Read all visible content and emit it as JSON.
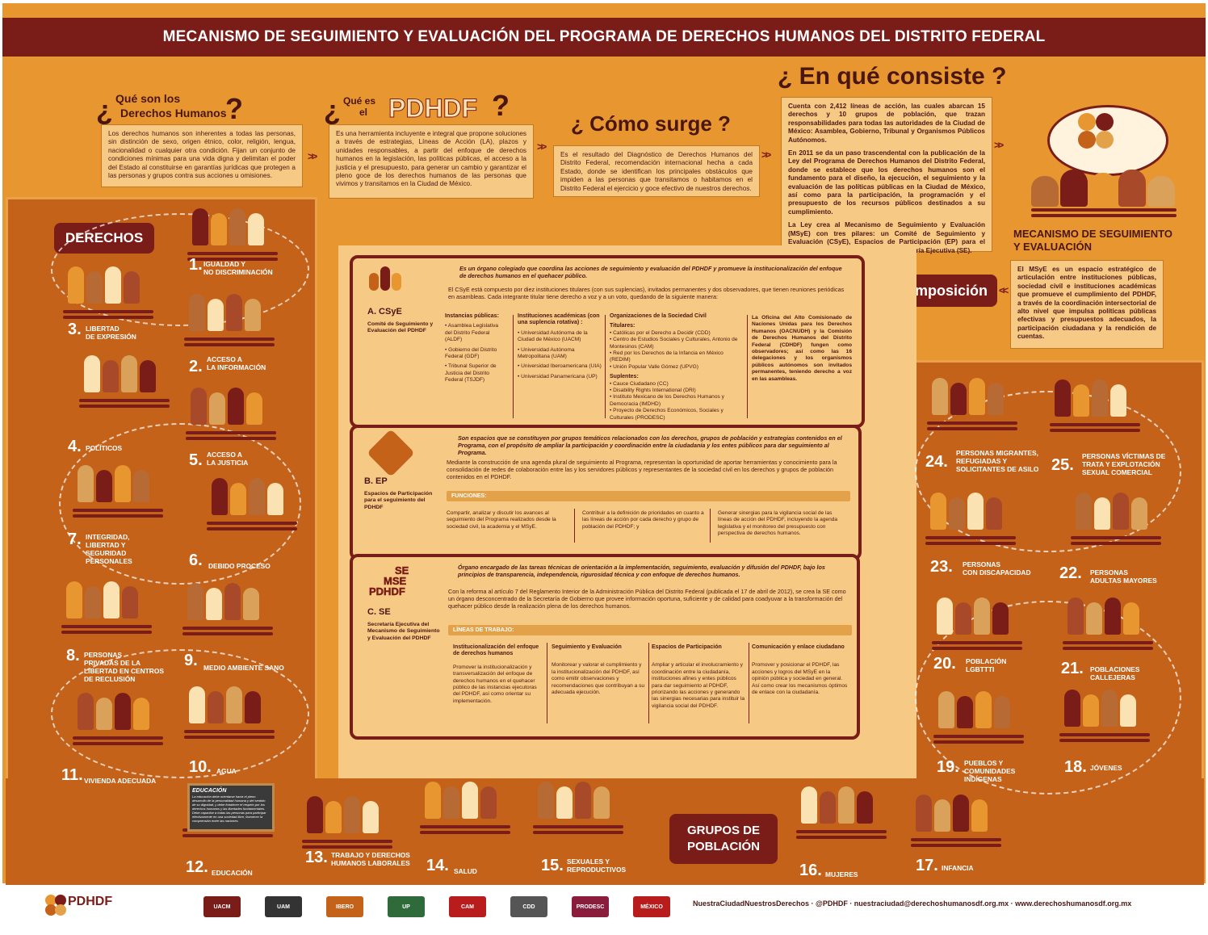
{
  "header": {
    "title": "MECANISMO DE SEGUIMIENTO Y EVALUACIÓN DEL PROGRAMA DE DERECHOS HUMANOS DEL DISTRITO FEDERAL"
  },
  "q1": {
    "line1": "Qué son los",
    "line2": "Derechos Humanos",
    "text": "Los derechos humanos son inherentes a todas las personas, sin distinción de sexo, origen étnico, color, religión, lengua, nacionalidad o cualquier otra condición. Fijan un conjunto de condiciones mínimas para una vida digna y delimitan el poder del Estado al constituirse en garantías jurídicas que protegen a las personas y grupos contra sus acciones u omisiones."
  },
  "q2": {
    "prefix1": "Qué es",
    "prefix2": "el",
    "acronym": "PDHDF",
    "text": "Es una herramienta incluyente e integral que propone soluciones a través de estrategias, Líneas de Acción (LA), plazos y unidades responsables, a partir del enfoque de derechos humanos en la legislación, las políticas públicas, el acceso a la justicia y el presupuesto, para generar un cambio y garantizar el pleno goce de los derechos humanos de las personas que vivimos y transitamos en la Ciudad de México."
  },
  "q3": {
    "title": "Cómo surge",
    "text": "Es el resultado del Diagnóstico de Derechos Humanos del Distrito Federal, recomendación internacional hecha a cada Estado, donde se identifican los principales obstáculos que impiden a las personas que transitamos o habitamos en el Distrito Federal el ejercicio y goce efectivo de nuestros derechos."
  },
  "q4": {
    "title": "En qué consiste",
    "p1": "Cuenta con 2,412 líneas de acción, las cuales abarcan 15 derechos y 10 grupos de población, que trazan responsabilidades para todas las autoridades de la Ciudad de México: Asamblea, Gobierno, Tribunal y Organismos Públicos Autónomos.",
    "p2": "En 2011 se da un paso trascendental con la publicación de la Ley del Programa de Derechos Humanos del Distrito Federal, donde se establece que los derechos humanos son el fundamento para el diseño, la ejecución, el seguimiento y la evaluación de las políticas públicas en la Ciudad de México, así como para la participación, la programación y el presupuesto de los recursos públicos destinados a su cumplimiento.",
    "p3": "La Ley crea al Mecanismo de Seguimiento y Evaluación (MSyE) con tres pilares: un Comité de Seguimiento y Evaluación (CSyE), Espacios de Participación (EP) para el seguimiento del Programa y una Secretaría Ejecutiva (SE)."
  },
  "msye": {
    "title1": "MECANISMO DE SEGUIMIENTO",
    "title2": "Y EVALUACIÓN",
    "text": "El MSyE es un espacio estratégico de articulación entre instituciones públicas, sociedad civil e instituciones académicas que promueve el cumplimiento del PDHDF, a través de la coordinación intersectorial de alto nivel que impulsa políticas públicas efectivas y presupuestos adecuados, la participación ciudadana y la rendición de cuentas."
  },
  "composicion": "Composición",
  "csye": {
    "label": "A. CSyE",
    "sub": "Comité de Seguimiento y Evaluación del PDHDF",
    "intro": "Es un órgano colegiado que coordina las acciones de seguimiento y evaluación del PDHDF y promueve la institucionalización del enfoque de derechos humanos en el quehacer público.",
    "desc": "El CSyE está compuesto por diez instituciones titulares (con sus suplencias), invitados permanentes y dos observadores, que tienen reuniones periódicas en asambleas. Cada integrante titular tiene derecho a voz y a un voto, quedando de la siguiente manera:",
    "c1_title": "Instancias públicas:",
    "c1": [
      "Asamblea Legislativa del Distrito Federal (ALDF)",
      "Gobierno del Distrito Federal (GDF)",
      "Tribunal Superior de Justicia del Distrito Federal (TSJDF)"
    ],
    "c2_title": "Instituciones académicas (con una suplencia rotativa) :",
    "c2": [
      "Universidad Autónoma de la Ciudad de México (UACM)",
      "Universidad Autónoma Metropolitana (UAM)",
      "Universidad Iberoamericana (UIA)",
      "Universidad Panamericana (UP)"
    ],
    "c3_title": "Organizaciones de la Sociedad Civil",
    "c3_t": "Titulares:",
    "c3a": [
      "Católicas por el Derecho a Decidir (CDD)",
      "Centro de Estudios Sociales y Culturales, Antonio de Montesinos (CAM)",
      "Red por los Derechos de la Infancia en México (REDIM)",
      "Unión Popular Valle Gómez (UPVG)"
    ],
    "c3_s": "Suplentes:",
    "c3b": [
      "Cauce Ciudadano (CC)",
      "Disability Rights International (DRI)",
      "Instituto Mexicano de los Derechos Humanos y Democracia (IMDHD)",
      "Proyecto de Derechos Económicos, Sociales y Culturales (PRODESC)"
    ],
    "c4": "La Oficina del Alto Comisionado de Naciones Unidas para los Derechos Humanos (OACNUDH) y la Comisión de Derechos Humanos del Distrito Federal (CDHDF) fungen como observadores; así como las 16 delegaciones y los organismos públicos autónomos son invitados permanentes, teniendo derecho a voz en las asambleas."
  },
  "ep": {
    "label": "B. EP",
    "sub": "Espacios de Participación para el seguimiento del PDHDF",
    "intro": "Son espacios que se constituyen por grupos temáticos relacionados con los derechos, grupos de población y estrategias contenidos en el Programa, con el propósito de ampliar la participación y coordinación entre la ciudadanía y los entes públicos para dar seguimiento al Programa.",
    "desc": "Mediante la construcción de una agenda plural de seguimiento al Programa, representan la oportunidad de aportar herramientas y conocimiento para la consolidación de redes de colaboración entre las y los servidores públicos y representantes de la sociedad civil en los derechos y grupos de población contenidos en el PDHDF.",
    "pill": "FUNCIONES:",
    "f1": "Compartir, analizar y discutir los avances al seguimiento del Programa realizados desde la sociedad civil, la academia y el MSyE.",
    "f2": "Contribuir a la definición de prioridades en cuanto a las líneas de acción por cada derecho y grupo de población del PDHDF; y",
    "f3": "Generar sinergias para la vigilancia social de las líneas de acción del PDHDF, incluyendo la agenda legislativa y el monitoreo del presupuesto con perspectiva de derechos humanos."
  },
  "se": {
    "label": "C. SE",
    "sub": "Secretaría Ejecutiva del Mecanismo de Seguimiento y Evaluación del PDHDF",
    "intro": "Órgano encargado de las tareas técnicas de orientación a la implementación, seguimiento, evaluación y difusión del PDHDF, bajo los principios de transparencia, independencia, rigurosidad técnica y con enfoque de derechos humanos.",
    "desc": "Con la reforma al artículo 7 del Reglamento Interior de la Administración Pública del Distrito Federal (publicada el 17 de abril de 2012), se crea la SE como un órgano desconcentrado de la Secretaría de Gobierno que provee información oportuna, suficiente y de calidad para coadyuvar a la transformación del quehacer público desde la realización plena de los derechos humanos.",
    "pill": "LÍNEAS DE TRABAJO:",
    "t1": "Institucionalización del enfoque de derechos humanos",
    "b1": "Promover la institucionalización y transversalización del enfoque de derechos humanos en el quehacer público de las instancias ejecutoras del PDHDF, así como orientar su implementación.",
    "t2": "Seguimiento y Evaluación",
    "b2": "Monitorear y valorar el cumplimiento y la institucionalización del PDHDF, así como emitir observaciones y recomendaciones que contribuyan a su adecuada ejecución.",
    "t3": "Espacios de Participación",
    "b3": "Ampliar y articular el involucramiento y coordinación entre la ciudadanía, instituciones afines y entes públicos para dar seguimiento al PDHDF, priorizando las acciones y generando las sinergias necesarias para instituir la vigilancia social del PDHDF.",
    "t4": "Comunicación y enlace ciudadano",
    "b4": "Promover y posicionar el PDHDF, las acciones y logros del MSyE en la opinión pública y sociedad en general. Así como crear los mecanismos óptimos de enlace con la ciudadanía.",
    "logo": [
      "SE",
      "MSE",
      "PDHDF"
    ]
  },
  "derechos_tag": "DERECHOS",
  "grupos_tag": [
    "GRUPOS DE",
    "POBLACIÓN"
  ],
  "items": {
    "d1": {
      "n": "1.",
      "l1": "IGUALDAD Y",
      "l2": "NO DISCRIMINACIÓN"
    },
    "d2": {
      "n": "2.",
      "l1": "ACCESO A",
      "l2": "LA INFORMACIÓN"
    },
    "d3": {
      "n": "3.",
      "l1": "LIBERTAD",
      "l2": "DE EXPRESIÓN"
    },
    "d4": {
      "n": "4.",
      "l1": "POLÍTICOS",
      "l2": ""
    },
    "d5": {
      "n": "5.",
      "l1": "ACCESO A",
      "l2": "LA JUSTICIA"
    },
    "d6": {
      "n": "6.",
      "l1": "DEBIDO PROCESO",
      "l2": ""
    },
    "d7": {
      "n": "7.",
      "l1": "INTEGRIDAD,",
      "l2": "LIBERTAD Y",
      "l3": "SEGURIDAD",
      "l4": "PERSONALES"
    },
    "d8": {
      "n": "8.",
      "l1": "PERSONAS",
      "l2": "PRIVADAS DE LA",
      "l3": "LIBERTAD EN CENTROS",
      "l4": "DE RECLUSIÓN"
    },
    "d9": {
      "n": "9.",
      "l1": "MEDIO AMBIENTE SANO",
      "l2": ""
    },
    "d10": {
      "n": "10.",
      "l1": "AGUA",
      "l2": ""
    },
    "d11": {
      "n": "11.",
      "l1": "VIVIENDA ADECUADA",
      "l2": ""
    },
    "d12": {
      "n": "12.",
      "l1": "EDUCACIÓN",
      "l2": ""
    },
    "d13": {
      "n": "13.",
      "l1": "TRABAJO Y DERECHOS",
      "l2": "HUMANOS LABORALES"
    },
    "d14": {
      "n": "14.",
      "l1": "SALUD",
      "l2": ""
    },
    "d15": {
      "n": "15.",
      "l1": "SEXUALES Y",
      "l2": "REPRODUCTIVOS"
    },
    "g16": {
      "n": "16.",
      "l1": "MUJERES",
      "l2": ""
    },
    "g17": {
      "n": "17.",
      "l1": "INFANCIA",
      "l2": ""
    },
    "g18": {
      "n": "18.",
      "l1": "JÓVENES",
      "l2": ""
    },
    "g19": {
      "n": "19.",
      "l1": "PUEBLOS Y",
      "l2": "COMUNIDADES",
      "l3": "INDÍGENAS"
    },
    "g20": {
      "n": "20.",
      "l1": "POBLACIÓN",
      "l2": "LGBTTTI"
    },
    "g21": {
      "n": "21.",
      "l1": "POBLACIONES",
      "l2": "CALLEJERAS"
    },
    "g22": {
      "n": "22.",
      "l1": "PERSONAS",
      "l2": "ADULTAS MAYORES"
    },
    "g23": {
      "n": "23.",
      "l1": "PERSONAS",
      "l2": "CON DISCAPACIDAD"
    },
    "g24": {
      "n": "24.",
      "l1": "PERSONAS MIGRANTES,",
      "l2": "REFUGIADAS Y",
      "l3": "SOLICITANTES DE ASILO"
    },
    "g25": {
      "n": "25.",
      "l1": "PERSONAS VÍCTIMAS DE",
      "l2": "TRATA Y EXPLOTACIÓN",
      "l3": "SEXUAL COMERCIAL"
    }
  },
  "edu_board": {
    "title": "EDUCACIÓN",
    "text": "La educación debe orientarse hacia el pleno desarrollo de la personalidad humana y del sentido de su dignidad, y debe fortalecer el respeto por los derechos humanos y las libertades fundamentales. Debe capacitar a todas las personas para participar efectivamente en una sociedad libre, favorecer la comprensión entre las naciones."
  },
  "footer": {
    "logo_main": "PDHDF",
    "logos": [
      "UACM",
      "UAM",
      "IBERO",
      "UP",
      "CAM",
      "CDD",
      "PRODESC",
      "MÉXICO"
    ],
    "social": "NuestraCiudadNuestrosDerechos · @PDHDF · nuestraciudad@derechoshumanosdf.org.mx · www.derechoshumanosdf.org.mx"
  },
  "colors": {
    "bg": "#e8962f",
    "dark": "#7a1c18",
    "panel": "#c4621a",
    "cream": "#f6c985"
  }
}
